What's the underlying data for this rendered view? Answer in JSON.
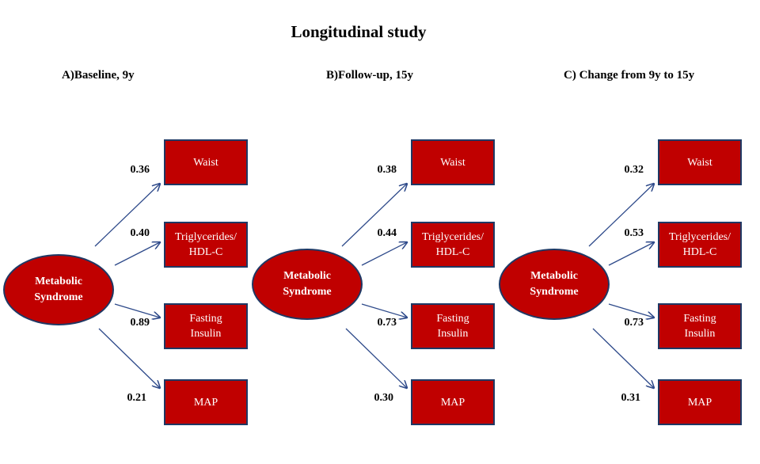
{
  "title": "Longitudinal study",
  "colors": {
    "node_fill": "#c00000",
    "node_border": "#1f3864",
    "arrow": "#2e4a8a"
  },
  "latent": {
    "line1": "Metabolic",
    "line2": "Syndrome"
  },
  "indicators": [
    {
      "line1": "Waist",
      "line2": ""
    },
    {
      "line1": "Triglycerides/",
      "line2": "HDL-C"
    },
    {
      "line1": "Fasting",
      "line2": "Insulin"
    },
    {
      "line1": "MAP",
      "line2": ""
    }
  ],
  "panels": [
    {
      "heading": "A)Baseline, 9y",
      "loadings": [
        "0.36",
        "0.40",
        "0.89",
        "0.21"
      ]
    },
    {
      "heading": "B)Follow-up, 15y",
      "loadings": [
        "0.38",
        "0.44",
        "0.73",
        "0.30"
      ]
    },
    {
      "heading": "C) Change from 9y to 15y",
      "loadings": [
        "0.32",
        "0.53",
        "0.73",
        "0.31"
      ]
    }
  ]
}
